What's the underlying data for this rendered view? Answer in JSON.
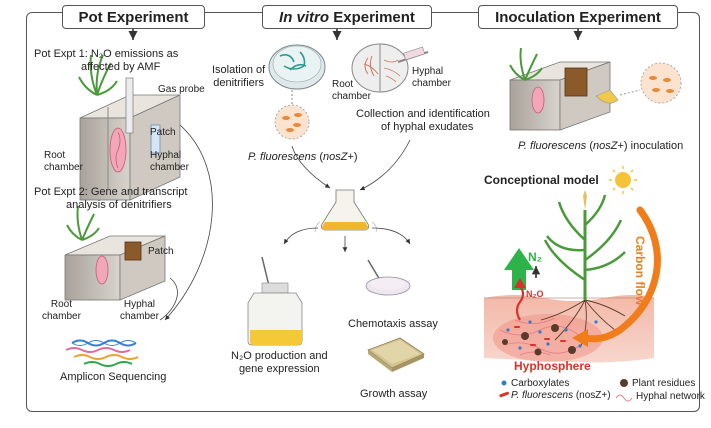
{
  "headers": {
    "pot": "Pot Experiment",
    "invitro_em": "In vitro",
    "invitro_rest": " Experiment",
    "inoculation": "Inoculation Experiment"
  },
  "pot": {
    "expt1_line1": "Pot Expt 1:  N₂O emissions as",
    "expt1_line2": "affected by AMF",
    "gas_probe": "Gas probe",
    "patch1": "Patch",
    "root_chamber1": "Root\nchamber",
    "hyphal_chamber1": "Hyphal\nchamber",
    "expt2_line1": "Pot Expt 2:  Gene and transcript",
    "expt2_line2": "analysis of denitrifiers",
    "patch2": "Patch",
    "root_chamber2": "Root\nchamber",
    "hyphal_chamber2": "Hyphal\nchamber",
    "amplicon": "Amplicon Sequencing"
  },
  "invitro": {
    "isolation": "Isolation of\ndenitrifiers",
    "hyphal_chamber": "Hyphal\nchamber",
    "root_chamber": "Root\nchamber",
    "collection_line1": "Collection and identification",
    "collection_line2": "of hyphal exudates",
    "pf_species": "P. fluorescens",
    "pf_gene_open": " (",
    "pf_gene": "nosZ",
    "pf_gene_close": "+)",
    "n2o_production": "N₂O production and\ngene expression",
    "chemotaxis": "Chemotaxis assay",
    "growth": "Growth  assay"
  },
  "inoculation": {
    "pf_species": "P. fluorescens",
    "pf_gene_open": " (",
    "pf_gene": "nosZ",
    "pf_gene_close": "+) inoculation"
  },
  "model": {
    "title": "Conceptional model",
    "n2": "N₂",
    "n2o": "N₂O",
    "carbon_flow": "Carbon flow",
    "hyphosphere": "Hyphosphere"
  },
  "legend": {
    "carboxylates": "Carboxylates",
    "plant_residues": "Plant residues",
    "pf_species": "P. fluorescens",
    "pf_gene": " (nosZ+)",
    "hyphal_network": "Hyphal network"
  },
  "colors": {
    "n2_green": "#2db34a",
    "n2o_red": "#d9302b",
    "carbon_orange": "#f07d1a",
    "hyphosphere_red": "#e0302a",
    "carboxylate_blue": "#2f7fc8",
    "residue_brown": "#5a3b2a",
    "bacteria_orange": "#e88a3a"
  }
}
